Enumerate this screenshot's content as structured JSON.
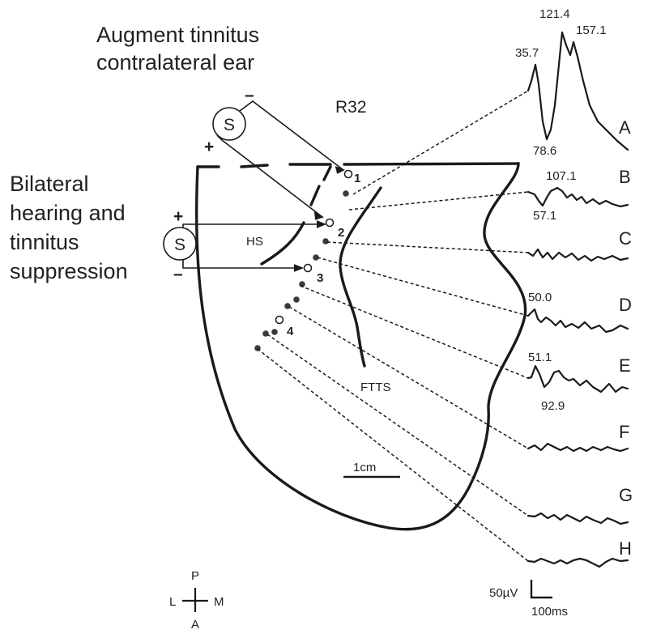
{
  "titles": {
    "top_line1": "Augment tinnitus",
    "top_line2": "contralateral ear",
    "left_line1": "Bilateral",
    "left_line2": "hearing and",
    "left_line3": "tinnitus",
    "left_line4": "suppression"
  },
  "subject": "R32",
  "regions": {
    "hs": "HS",
    "ftts": "FTTS"
  },
  "stimulators": [
    {
      "symbol": "S",
      "plus": "+",
      "minus": "–"
    },
    {
      "symbol": "S",
      "plus": "+",
      "minus": "–"
    }
  ],
  "electrode_numbers": [
    "1",
    "2",
    "3",
    "4"
  ],
  "scale_bar": "1cm",
  "traces": [
    {
      "letter": "A",
      "peaks": [
        "35.7",
        "121.4",
        "157.1",
        "78.6"
      ]
    },
    {
      "letter": "B",
      "peaks": [
        "107.1",
        "57.1"
      ]
    },
    {
      "letter": "C",
      "peaks": []
    },
    {
      "letter": "D",
      "peaks": [
        "50.0"
      ]
    },
    {
      "letter": "E",
      "peaks": [
        "51.1",
        "92.9"
      ]
    },
    {
      "letter": "F",
      "peaks": []
    },
    {
      "letter": "G",
      "peaks": []
    },
    {
      "letter": "H",
      "peaks": []
    }
  ],
  "calibration": {
    "voltage": "50µV",
    "time": "100ms"
  },
  "compass": {
    "p": "P",
    "a": "A",
    "l": "L",
    "m": "M"
  }
}
